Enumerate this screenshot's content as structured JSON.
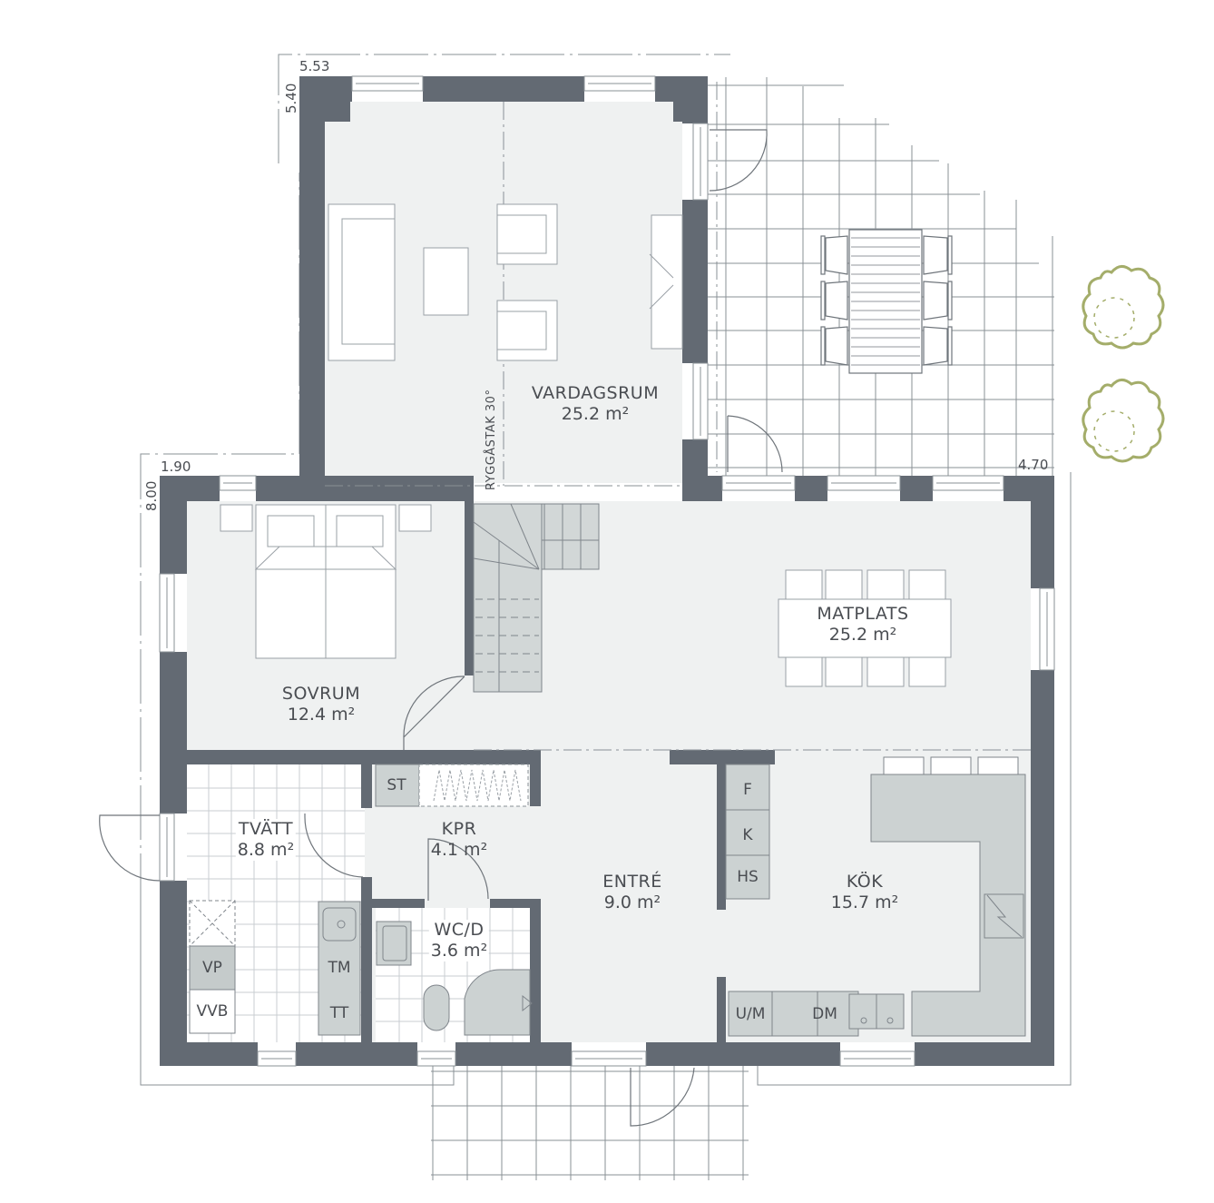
{
  "plan": {
    "colors": {
      "wall": "#636a73",
      "floor": "#eff1f1",
      "fixture": "#ccd2d2",
      "line": "#7f858b",
      "grid": "#8a9096",
      "tree": "#a4ad6a",
      "text": "#4a4d52"
    },
    "dimensions": {
      "top_width": "5.53",
      "top_depth": "5.40",
      "left_width": "1.90",
      "left_depth": "8.00",
      "right_width": "4.70"
    },
    "roof_note": "RYGGÅSTAK 30°",
    "rooms": [
      {
        "id": "vardagsrum",
        "name": "VARDAGSRUM",
        "area": "25.2 m²"
      },
      {
        "id": "matplats",
        "name": "MATPLATS",
        "area": "25.2 m²"
      },
      {
        "id": "sovrum",
        "name": "SOVRUM",
        "area": "12.4 m²"
      },
      {
        "id": "tvatt",
        "name": "TVÄTT",
        "area": "8.8 m²"
      },
      {
        "id": "kpr",
        "name": "KPR",
        "area": "4.1 m²"
      },
      {
        "id": "wcd",
        "name": "WC/D",
        "area": "3.6 m²"
      },
      {
        "id": "entre",
        "name": "ENTRÉ",
        "area": "9.0 m²"
      },
      {
        "id": "kok",
        "name": "KÖK",
        "area": "15.7 m²"
      }
    ],
    "fixtures": {
      "st": "ST",
      "vp": "VP",
      "vvb": "VVB",
      "tm": "TM",
      "tt": "TT",
      "f": "F",
      "k": "K",
      "hs": "HS",
      "um": "U/M",
      "dm": "DM"
    }
  }
}
